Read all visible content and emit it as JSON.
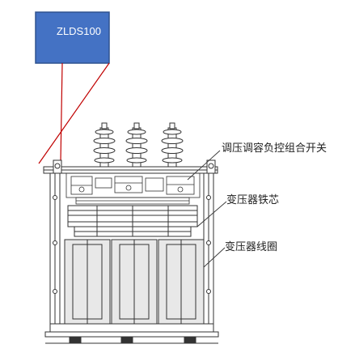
{
  "device_box": {
    "label": "ZLDS100",
    "fill": "#4472c4",
    "border": "#2f528f"
  },
  "leader_line_color": "#c00000",
  "callouts": [
    {
      "id": "switch",
      "text": "调压调容负控组合开关"
    },
    {
      "id": "core",
      "text": "变压器铁芯"
    },
    {
      "id": "winding",
      "text": "变压器线圈"
    }
  ],
  "drawing": {
    "line_color": "#333333",
    "winding_fill": "#e8e8e8"
  }
}
